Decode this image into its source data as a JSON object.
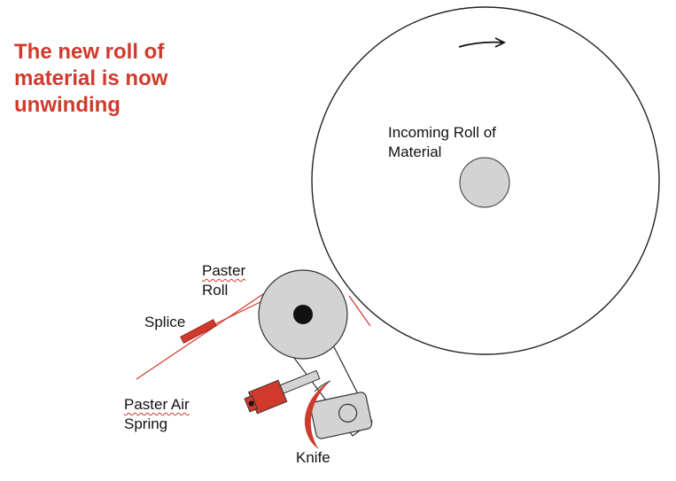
{
  "title_lines": [
    "The new roll of",
    "material is now",
    "unwinding"
  ],
  "labels": {
    "incoming_roll": [
      "Incoming Roll of",
      "Material"
    ],
    "paster_roll": [
      "Paster",
      "Roll"
    ],
    "splice": "Splice",
    "paster_air_spring": [
      "Paster Air",
      "Spring"
    ],
    "knife": "Knife"
  },
  "colors": {
    "accent_red": "#d03a2c",
    "roll_core_grey": "#d3d3d3",
    "outline": "#222222",
    "hub_black": "#111111"
  },
  "icons": {
    "rotation_arrow": "arrow-right-icon"
  }
}
